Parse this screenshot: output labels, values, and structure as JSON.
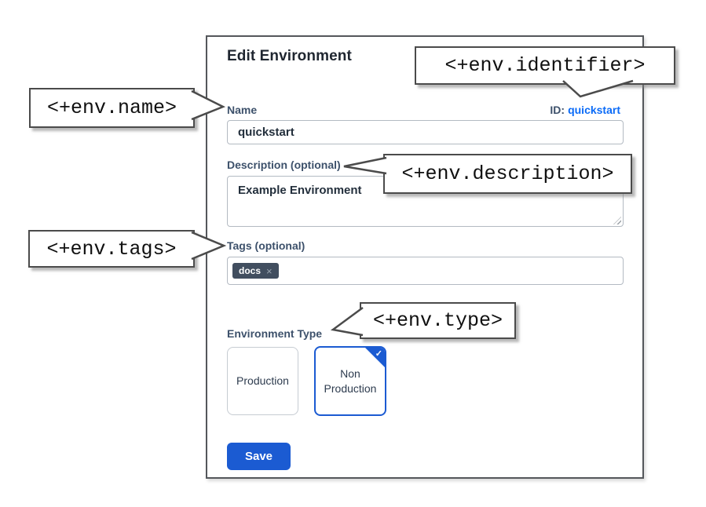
{
  "colors": {
    "primary_blue": "#1b5bd2",
    "link_blue": "#0b6bf7",
    "tag_chip_bg": "#414e5f",
    "callout_border": "#4b4b4b"
  },
  "dialog": {
    "title": "Edit Environment",
    "name_field": {
      "label": "Name",
      "value": "quickstart"
    },
    "id_field": {
      "label": "ID:",
      "value": "quickstart"
    },
    "description_field": {
      "label": "Description (optional)",
      "value": "Example Environment"
    },
    "tags_field": {
      "label": "Tags (optional)",
      "tags": [
        {
          "label": "docs",
          "remove_icon": "×"
        }
      ]
    },
    "environment_type": {
      "label": "Environment Type",
      "options": [
        {
          "label": "Production",
          "selected": false
        },
        {
          "label": "Non Production",
          "selected": true
        }
      ],
      "check_icon": "✓"
    },
    "save_button": "Save"
  },
  "callouts": {
    "identifier": "<+env.identifier>",
    "name": "<+env.name>",
    "description": "<+env.description>",
    "tags": "<+env.tags>",
    "type": "<+env.type>"
  }
}
